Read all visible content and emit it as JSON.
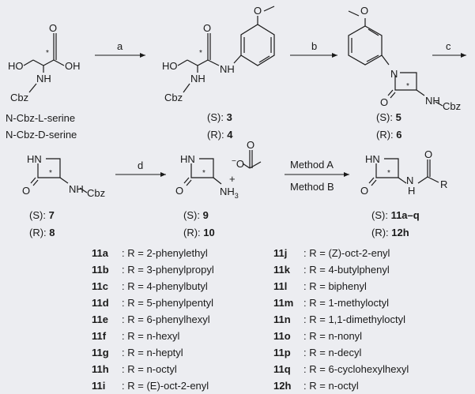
{
  "start_labels": [
    "N-Cbz-L-serine",
    "N-Cbz-D-serine"
  ],
  "steps": [
    "a",
    "b",
    "c",
    "d"
  ],
  "methods": [
    "Method A",
    "Method B"
  ],
  "compound_labels": {
    "c3": {
      "cfg": "(S): ",
      "num": "3"
    },
    "c4": {
      "cfg": "(R): ",
      "num": "4"
    },
    "c5": {
      "cfg": "(S): ",
      "num": "5"
    },
    "c6": {
      "cfg": "(R): ",
      "num": "6"
    },
    "c7": {
      "cfg": "(S): ",
      "num": "7"
    },
    "c8": {
      "cfg": "(R): ",
      "num": "8"
    },
    "c9": {
      "cfg": "(S): ",
      "num": "9"
    },
    "c10": {
      "cfg": "(R): ",
      "num": "10"
    },
    "c11": {
      "cfg": "(S): ",
      "num": "11a–q"
    },
    "c12": {
      "cfg": "(R): ",
      "num": "12h"
    }
  },
  "atoms": {
    "ho": "HO",
    "oh": "OH",
    "o": "O",
    "nh": "NH",
    "n": "N",
    "hn": "HN",
    "cbz": "Cbz",
    "h": "H",
    "r": "R",
    "nh3": "NH",
    "plus": "+",
    "minus": "−",
    "three": "3",
    "star": "*"
  },
  "substituents_left": [
    {
      "id": "11a",
      "r": "R = 2-phenylethyl"
    },
    {
      "id": "11b",
      "r": "R = 3-phenylpropyl"
    },
    {
      "id": "11c",
      "r": "R = 4-phenylbutyl"
    },
    {
      "id": "11d",
      "r": "R = 5-phenylpentyl"
    },
    {
      "id": "11e",
      "r": "R = 6-phenylhexyl"
    },
    {
      "id": "11f",
      "r": "R = n-hexyl"
    },
    {
      "id": "11g",
      "r": "R = n-heptyl"
    },
    {
      "id": "11h",
      "r": "R = n-octyl"
    },
    {
      "id": "11i",
      "r": "R = (E)-oct-2-enyl"
    }
  ],
  "substituents_right": [
    {
      "id": "11j",
      "r": "R = (Z)-oct-2-enyl"
    },
    {
      "id": "11k",
      "r": "R = 4-butylphenyl"
    },
    {
      "id": "11l",
      "r": "R = biphenyl"
    },
    {
      "id": "11m",
      "r": "R = 1-methyloctyl"
    },
    {
      "id": "11n",
      "r": "R = 1,1-dimethyloctyl"
    },
    {
      "id": "11o",
      "r": "R = n-nonyl"
    },
    {
      "id": "11p",
      "r": "R = n-decyl"
    },
    {
      "id": "11q",
      "r": "R = 6-cyclohexylhexyl"
    },
    {
      "id": "12h",
      "r": "R = n-octyl"
    }
  ]
}
